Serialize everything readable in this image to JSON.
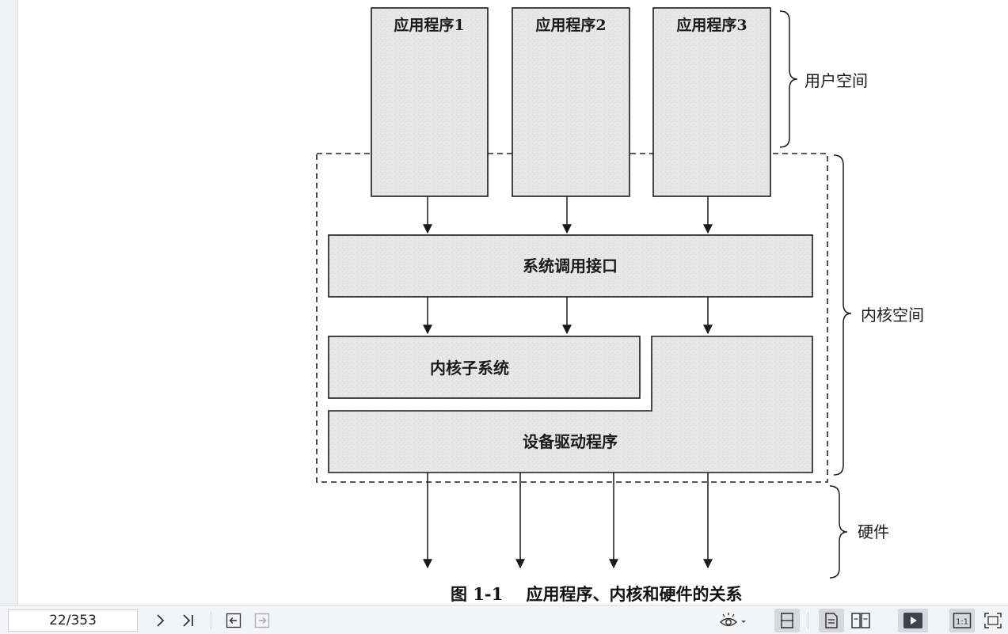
{
  "viewer": {
    "page_indicator": "22/353"
  },
  "figure": {
    "app_boxes": [
      "应用程序1",
      "应用程序2",
      "应用程序3"
    ],
    "syscall_interface": "系统调用接口",
    "kernel_subsystem": "内核子系统",
    "device_drivers": "设备驱动程序",
    "brace_labels": {
      "user_space": "用户空间",
      "kernel_space": "内核空间",
      "hardware": "硬件"
    },
    "caption": "图 1-1    应用程序、内核和硬件的关系"
  },
  "toolbar": {
    "icons": [
      "next-page-icon",
      "last-page-icon",
      "back-icon",
      "forward-icon",
      "eye-mode-icon",
      "continuous-scroll-icon",
      "single-page-icon",
      "two-page-icon",
      "slideshow-icon",
      "actual-size-icon",
      "fit-page-icon"
    ],
    "actual_size_label": "1:1"
  },
  "colors": {
    "box_fill": "#e6e6e6",
    "box_stroke": "#1a1a1a",
    "toolbar_bg": "#f3f4f6",
    "active_button_bg": "#d6d8dc"
  }
}
